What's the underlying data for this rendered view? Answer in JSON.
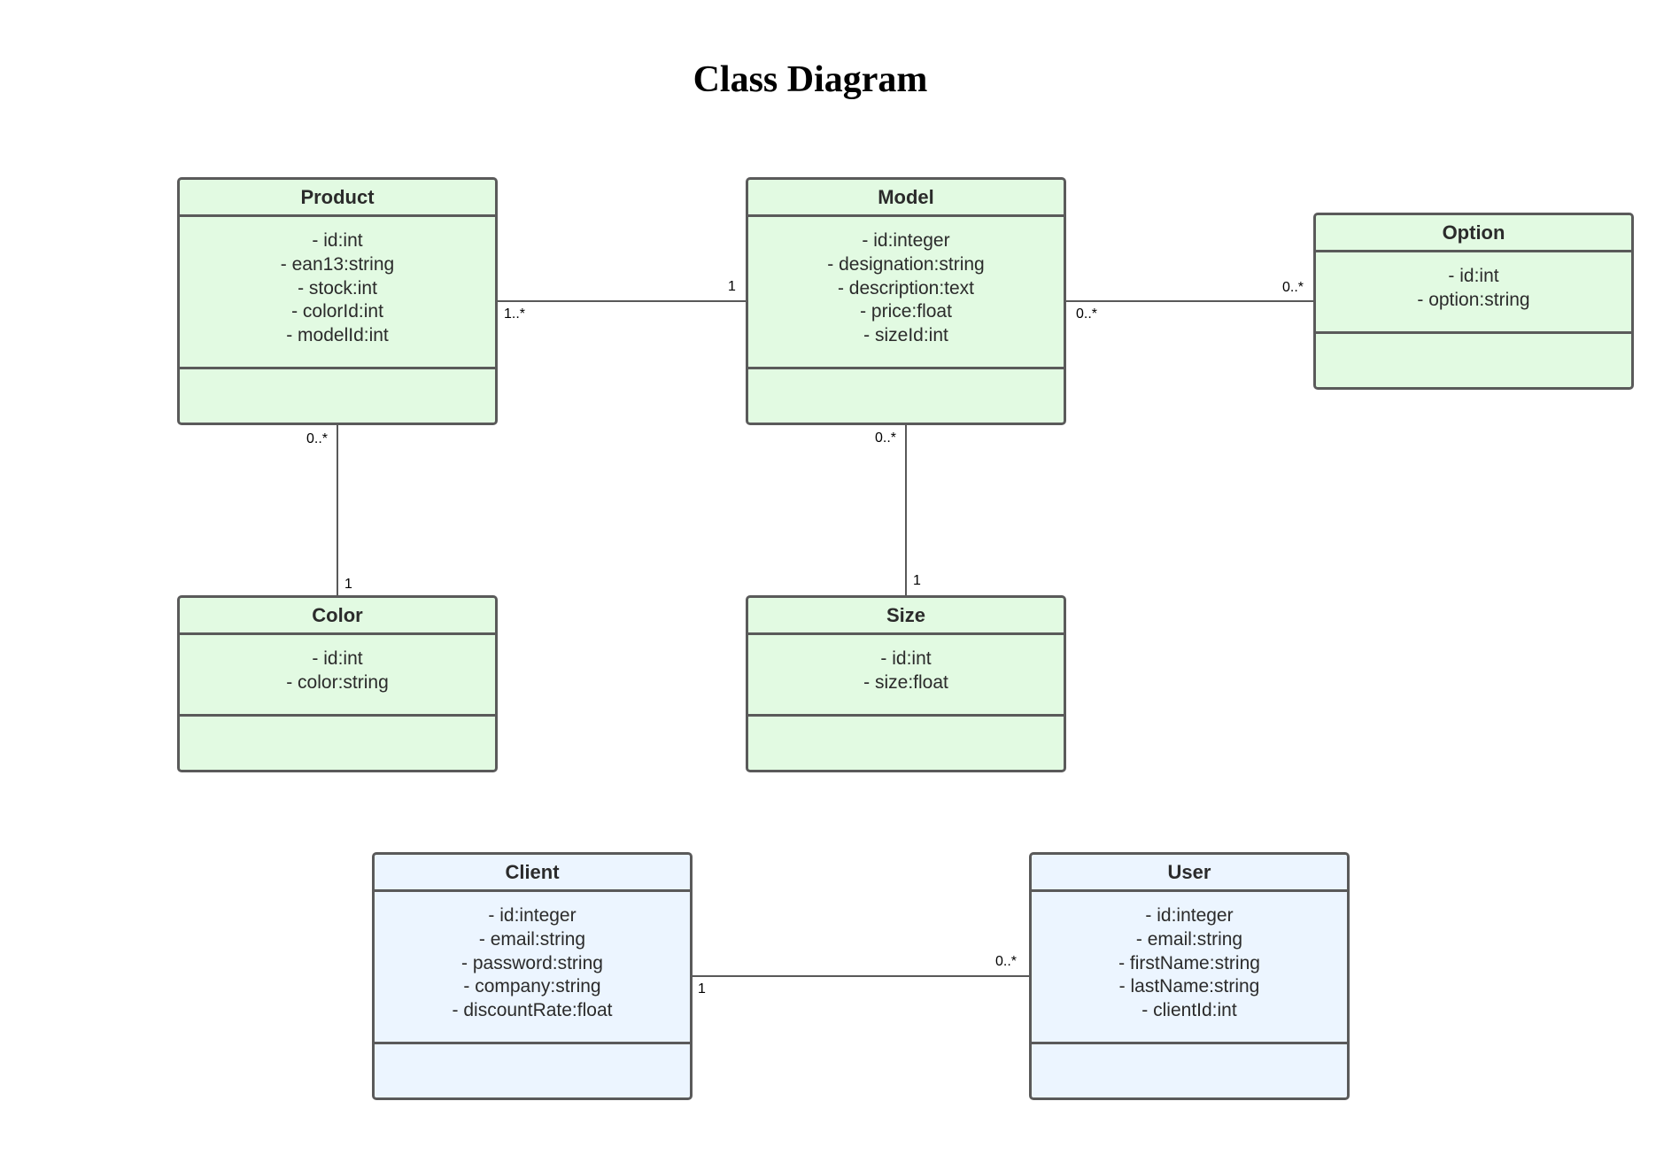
{
  "title": "Class Diagram",
  "colors": {
    "class_fill_green": "#e2fae2",
    "class_fill_blue": "#ecf5ff",
    "border": "#5a5a5a",
    "line": "#595959"
  },
  "classes": {
    "product": {
      "name": "Product",
      "attributes": [
        "- id:int",
        "- ean13:string",
        "- stock:int",
        "- colorId:int",
        "- modelId:int"
      ]
    },
    "model": {
      "name": "Model",
      "attributes": [
        "- id:integer",
        "- designation:string",
        "- description:text",
        "- price:float",
        "- sizeId:int"
      ]
    },
    "option": {
      "name": "Option",
      "attributes": [
        "- id:int",
        "- option:string"
      ]
    },
    "color": {
      "name": "Color",
      "attributes": [
        "- id:int",
        "- color:string"
      ]
    },
    "size": {
      "name": "Size",
      "attributes": [
        "- id:int",
        "- size:float"
      ]
    },
    "client": {
      "name": "Client",
      "attributes": [
        "- id:integer",
        "- email:string",
        "- password:string",
        "- company:string",
        "- discountRate:float"
      ]
    },
    "user": {
      "name": "User",
      "attributes": [
        "- id:integer",
        "- email:string",
        "- firstName:string",
        "- lastName:string",
        "- clientId:int"
      ]
    }
  },
  "associations": {
    "product_model": {
      "from": "Product",
      "to": "Model",
      "from_mult": "1..*",
      "to_mult": "1"
    },
    "model_option": {
      "from": "Model",
      "to": "Option",
      "from_mult": "0..*",
      "to_mult": "0..*"
    },
    "product_color": {
      "from": "Product",
      "to": "Color",
      "from_mult": "0..*",
      "to_mult": "1"
    },
    "model_size": {
      "from": "Model",
      "to": "Size",
      "from_mult": "0..*",
      "to_mult": "1"
    },
    "client_user": {
      "from": "Client",
      "to": "User",
      "from_mult": "1",
      "to_mult": "0..*"
    }
  }
}
